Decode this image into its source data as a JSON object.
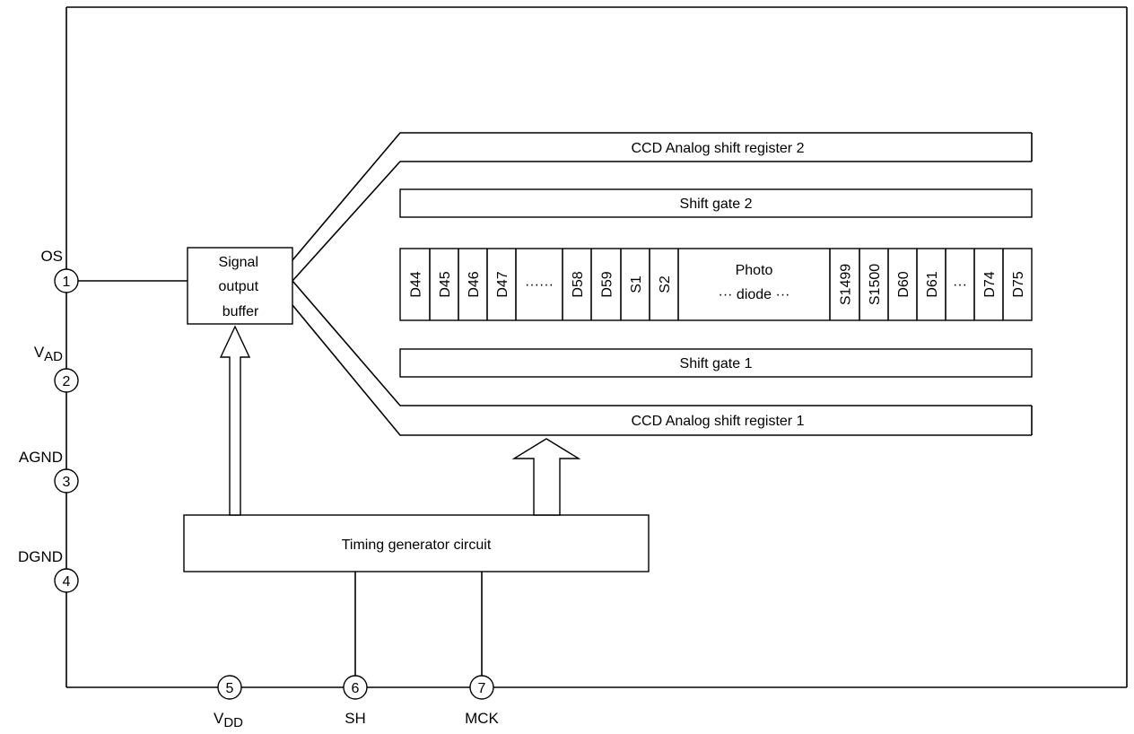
{
  "pins": [
    {
      "number": "1",
      "label": "OS",
      "sub": ""
    },
    {
      "number": "2",
      "label": "V",
      "sub": "AD"
    },
    {
      "number": "3",
      "label": "AGND",
      "sub": ""
    },
    {
      "number": "4",
      "label": "DGND",
      "sub": ""
    },
    {
      "number": "5",
      "label": "V",
      "sub": "DD"
    },
    {
      "number": "6",
      "label": "SH",
      "sub": ""
    },
    {
      "number": "7",
      "label": "MCK",
      "sub": ""
    }
  ],
  "blocks": {
    "signal_buffer": [
      "Signal",
      "output",
      "buffer"
    ],
    "register2": "CCD Analog shift register 2",
    "gate2": "Shift gate 2",
    "gate1": "Shift gate 1",
    "register1": "CCD Analog shift register 1",
    "timing": "Timing generator circuit"
  },
  "cells": [
    "D44",
    "D45",
    "D46",
    "D47",
    "······",
    "D58",
    "D59",
    "S1",
    "S2",
    "Photo",
    "··· diode ···",
    "S1499",
    "S1500",
    "D60",
    "D61",
    "···",
    "D74",
    "D75"
  ]
}
